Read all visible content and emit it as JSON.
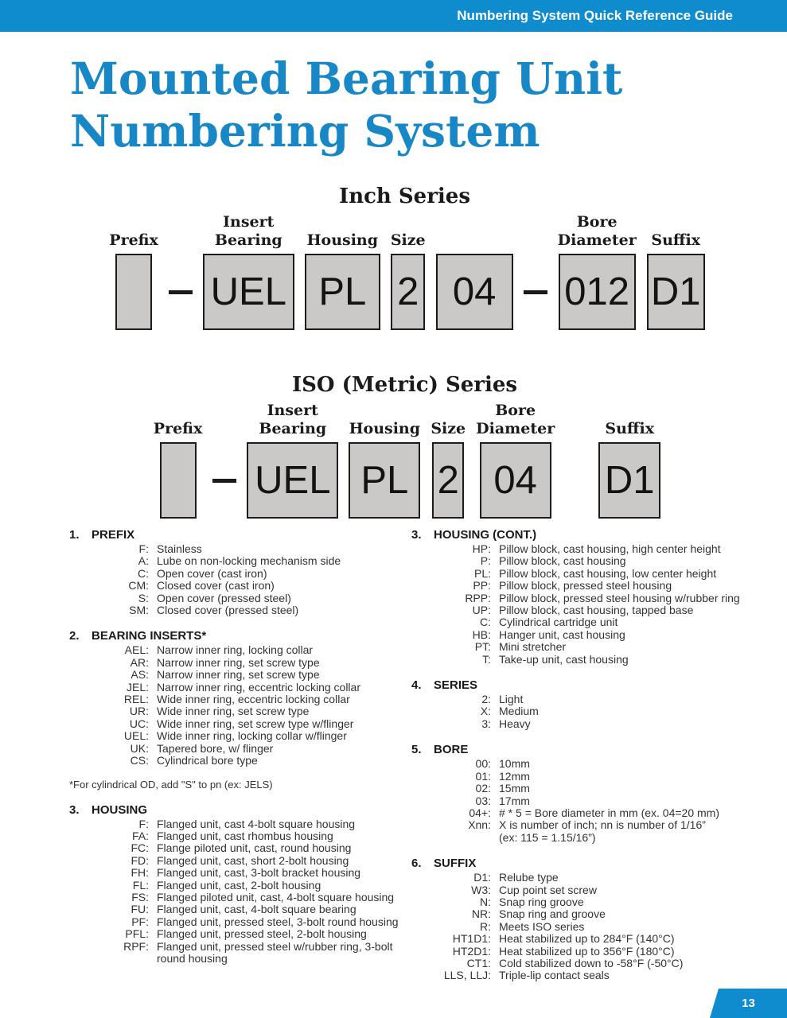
{
  "colors": {
    "accent_blue": "#0f8cce",
    "title_blue": "#1787c6",
    "box_fill": "#cbc9c7",
    "box_border": "#1c1c1c"
  },
  "header": {
    "text": "Numbering System Quick Reference Guide"
  },
  "page_title": {
    "line1": "Mounted Bearing Unit",
    "line2": "Numbering System"
  },
  "page_number": "13",
  "series": [
    {
      "id": "inch",
      "title": "Inch Series",
      "fields": [
        {
          "id": "prefix",
          "label": "Prefix",
          "value": "",
          "dash_before": false
        },
        {
          "id": "insert-bearing",
          "label": "Insert\nBearing",
          "value": "UEL",
          "dash_before": true
        },
        {
          "id": "housing",
          "label": "Housing",
          "value": "PL",
          "dash_before": false
        },
        {
          "id": "size",
          "label": "Size",
          "value": "2",
          "dash_before": false
        },
        {
          "id": "size2",
          "label": "",
          "value": "04",
          "dash_before": false
        },
        {
          "id": "bore-diameter",
          "label": "Bore\nDiameter",
          "value": "012",
          "dash_before": true
        },
        {
          "id": "suffix",
          "label": "Suffix",
          "value": "D1",
          "dash_before": false
        }
      ]
    },
    {
      "id": "iso",
      "title": "ISO (Metric) Series",
      "fields": [
        {
          "id": "prefix",
          "label": "Prefix",
          "value": "",
          "dash_before": false
        },
        {
          "id": "insert-bearing",
          "label": "Insert\nBearing",
          "value": "UEL",
          "dash_before": true
        },
        {
          "id": "housing",
          "label": "Housing",
          "value": "PL",
          "dash_before": false
        },
        {
          "id": "size",
          "label": "Size",
          "value": "2",
          "dash_before": false
        },
        {
          "id": "bore-diameter",
          "label": "Bore\nDiameter",
          "value": "04",
          "dash_before": false
        },
        {
          "id": "suffix",
          "label": "Suffix",
          "value": "D1",
          "dash_before": false
        }
      ]
    }
  ],
  "columns": [
    {
      "sections": [
        {
          "number": "1.",
          "heading": "PREFIX",
          "items": [
            {
              "term": "F:",
              "def": "Stainless"
            },
            {
              "term": "A:",
              "def": "Lube on non-locking mechanism side"
            },
            {
              "term": "C:",
              "def": "Open cover (cast iron)"
            },
            {
              "term": "CM:",
              "def": "Closed cover (cast iron)"
            },
            {
              "term": "S:",
              "def": "Open cover (pressed steel)"
            },
            {
              "term": "SM:",
              "def": "Closed cover (pressed steel)"
            }
          ]
        },
        {
          "number": "2.",
          "heading": "BEARING INSERTS*",
          "items": [
            {
              "term": "AEL:",
              "def": "Narrow inner ring, locking collar"
            },
            {
              "term": "AR:",
              "def": "Narrow inner ring, set screw type"
            },
            {
              "term": "AS:",
              "def": "Narrow inner ring, set screw type"
            },
            {
              "term": "JEL:",
              "def": "Narrow inner ring, eccentric locking collar"
            },
            {
              "term": "REL:",
              "def": "Wide inner ring, eccentric locking collar"
            },
            {
              "term": "UR:",
              "def": "Wide inner ring, set screw type"
            },
            {
              "term": "UC:",
              "def": "Wide inner ring, set screw type w/flinger"
            },
            {
              "term": "UEL:",
              "def": "Wide inner ring, locking collar w/flinger"
            },
            {
              "term": "UK:",
              "def": "Tapered bore,  w/ flinger"
            },
            {
              "term": "CS:",
              "def": "Cylindrical bore type"
            }
          ],
          "footnote": "*For cylindrical OD, add \"S\" to pn (ex: JELS)"
        },
        {
          "number": "3.",
          "heading": "HOUSING",
          "items": [
            {
              "term": "F:",
              "def": "Flanged unit, cast 4-bolt square housing"
            },
            {
              "term": "FA:",
              "def": "Flanged unit, cast rhombus housing"
            },
            {
              "term": "FC:",
              "def": "Flange piloted unit, cast, round housing"
            },
            {
              "term": "FD:",
              "def": "Flanged unit, cast, short 2-bolt housing"
            },
            {
              "term": "FH:",
              "def": "Flanged unit, cast, 3-bolt bracket housing"
            },
            {
              "term": "FL:",
              "def": "Flanged unit, cast, 2-bolt housing"
            },
            {
              "term": "FS:",
              "def": "Flanged piloted unit, cast, 4-bolt square housing"
            },
            {
              "term": "FU:",
              "def": "Flanged unit, cast, 4-bolt square bearing"
            },
            {
              "term": "PF:",
              "def": "Flanged unit, pressed steel, 3-bolt round housing"
            },
            {
              "term": "PFL:",
              "def": "Flanged unit, pressed steel, 2-bolt housing"
            },
            {
              "term": "RPF:",
              "def": "Flanged unit, pressed steel w/rubber ring, 3-bolt",
              "def2": "round housing"
            }
          ]
        }
      ]
    },
    {
      "sections": [
        {
          "number": "3.",
          "heading": "HOUSING (CONT.)",
          "items": [
            {
              "term": "HP:",
              "def": "Pillow block, cast housing, high center height"
            },
            {
              "term": "P:",
              "def": "Pillow block, cast housing"
            },
            {
              "term": "PL:",
              "def": "Pillow block, cast housing, low center height"
            },
            {
              "term": "PP:",
              "def": "Pillow block, pressed steel housing"
            },
            {
              "term": "RPP:",
              "def": "Pillow block, pressed steel housing w/rubber ring"
            },
            {
              "term": "UP:",
              "def": "Pillow block, cast housing, tapped base"
            },
            {
              "term": "C:",
              "def": "Cylindrical cartridge unit"
            },
            {
              "term": "HB:",
              "def": "Hanger unit, cast housing"
            },
            {
              "term": "PT:",
              "def": "Mini stretcher"
            },
            {
              "term": "T:",
              "def": "Take-up unit, cast housing"
            }
          ]
        },
        {
          "number": "4.",
          "heading": "SERIES",
          "items": [
            {
              "term": "2:",
              "def": "Light"
            },
            {
              "term": "X:",
              "def": "Medium"
            },
            {
              "term": "3:",
              "def": "Heavy"
            }
          ]
        },
        {
          "number": "5.",
          "heading": "BORE",
          "items": [
            {
              "term": "00:",
              "def": "10mm"
            },
            {
              "term": "01:",
              "def": "12mm"
            },
            {
              "term": "02:",
              "def": "15mm"
            },
            {
              "term": "03:",
              "def": "17mm"
            },
            {
              "term": "04+:",
              "def": "# * 5 = Bore diameter in mm (ex. 04=20 mm)"
            },
            {
              "term": "Xnn:",
              "def": "X is number of inch; nn is number of 1/16”",
              "def2": "(ex: 115 = 1.15/16”)"
            }
          ]
        },
        {
          "number": "6.",
          "heading": "SUFFIX",
          "items": [
            {
              "term": "D1:",
              "def": "Relube type"
            },
            {
              "term": "W3:",
              "def": "Cup point set screw"
            },
            {
              "term": "N:",
              "def": "Snap ring groove"
            },
            {
              "term": "NR:",
              "def": "Snap ring and groove"
            },
            {
              "term": "R:",
              "def": "Meets ISO series"
            },
            {
              "term": "HT1D1:",
              "def": "Heat stabilized up to 284°F (140°C)"
            },
            {
              "term": "HT2D1:",
              "def": "Heat stabilized up to 356°F (180°C)"
            },
            {
              "term": "CT1:",
              "def": "Cold stabilized down to -58°F (-50°C)"
            },
            {
              "term": "LLS, LLJ:",
              "def": "Triple-lip contact seals"
            }
          ]
        }
      ]
    }
  ]
}
